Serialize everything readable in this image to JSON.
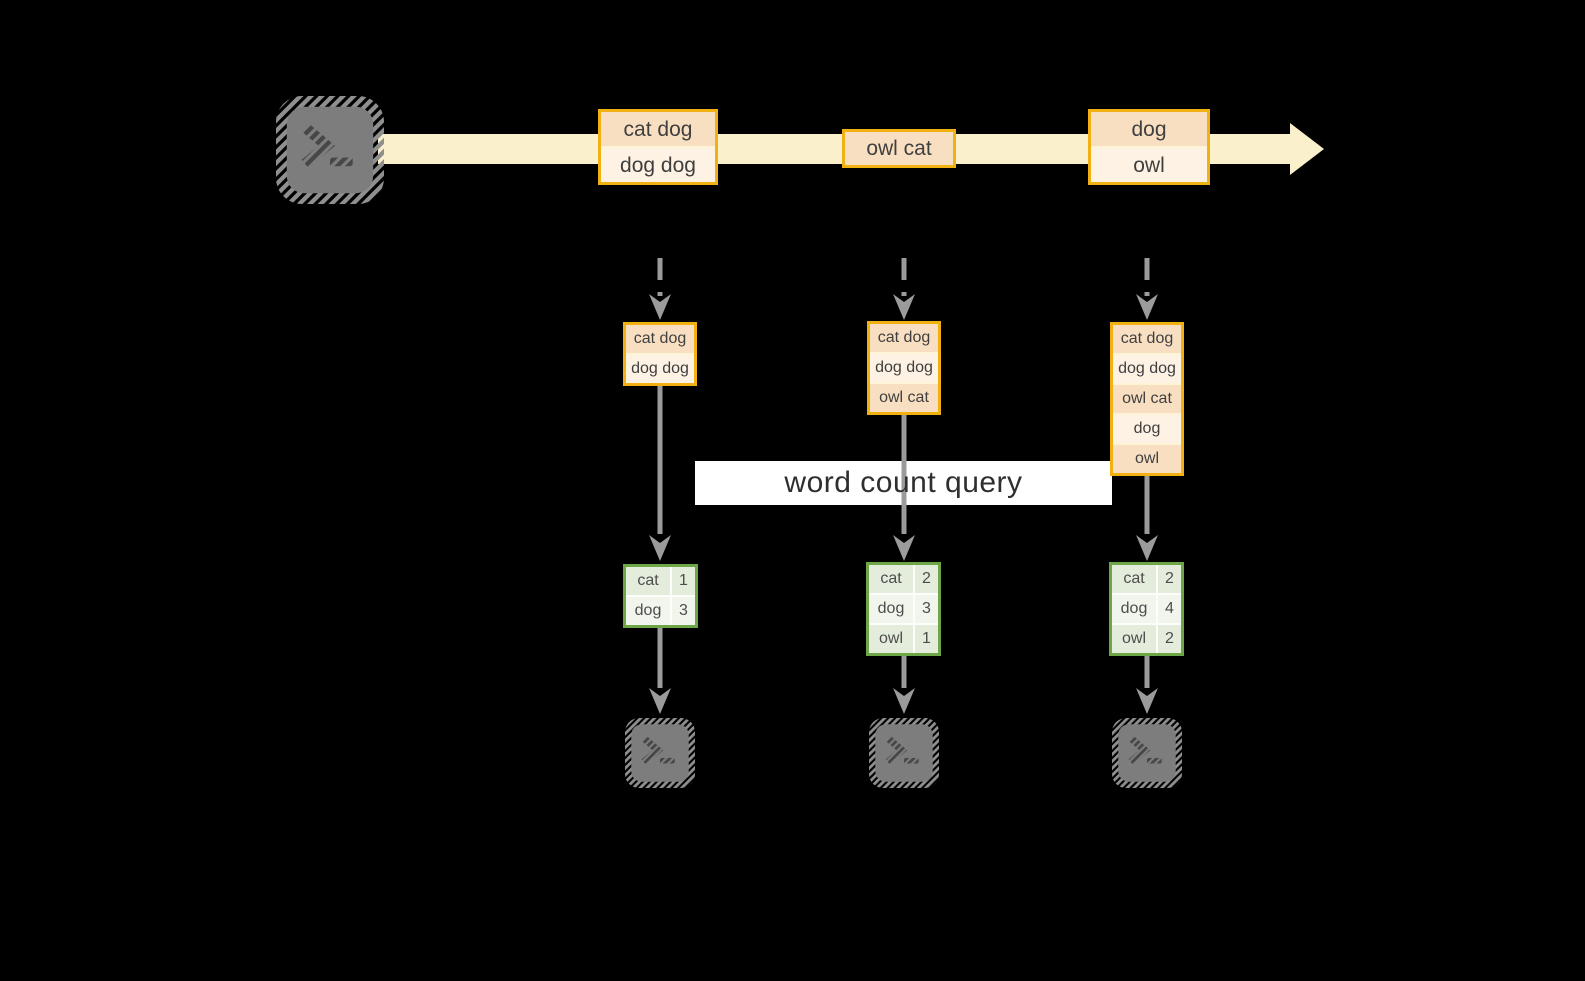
{
  "query_label": "word count query",
  "stream_groups": [
    {
      "rows": [
        "cat dog",
        "dog dog"
      ]
    },
    {
      "rows": [
        "owl cat"
      ]
    },
    {
      "rows": [
        "dog",
        "owl"
      ]
    }
  ],
  "workers": [
    {
      "buffer_rows": [
        "cat dog",
        "dog dog"
      ],
      "count_table": {
        "rows": [
          {
            "word": "cat",
            "count": "1"
          },
          {
            "word": "dog",
            "count": "3"
          }
        ]
      }
    },
    {
      "buffer_rows": [
        "cat dog",
        "dog dog",
        "owl cat"
      ],
      "count_table": {
        "rows": [
          {
            "word": "cat",
            "count": "2"
          },
          {
            "word": "dog",
            "count": "3"
          },
          {
            "word": "owl",
            "count": "1"
          }
        ]
      }
    },
    {
      "buffer_rows": [
        "cat dog",
        "dog dog",
        "owl cat",
        "dog",
        "owl"
      ],
      "count_table": {
        "rows": [
          {
            "word": "cat",
            "count": "2"
          },
          {
            "word": "dog",
            "count": "4"
          },
          {
            "word": "owl",
            "count": "2"
          }
        ]
      }
    }
  ],
  "colors": {
    "background": "#000000",
    "stream_band": "#FAF1CC",
    "box_border": "#F2B112",
    "box_fill_dark": "#F9DFC2",
    "box_fill_light": "#FDF2E3",
    "table_border": "#6CA646",
    "cell_fill_dark": "#E4EDDC",
    "cell_fill_light": "#F1F5EC",
    "arrow_gray": "#9B9B9B",
    "terminal_gray": "#7D7D7D",
    "query_label_bg": "#FFFFFF",
    "text": "#3F3F3F"
  }
}
